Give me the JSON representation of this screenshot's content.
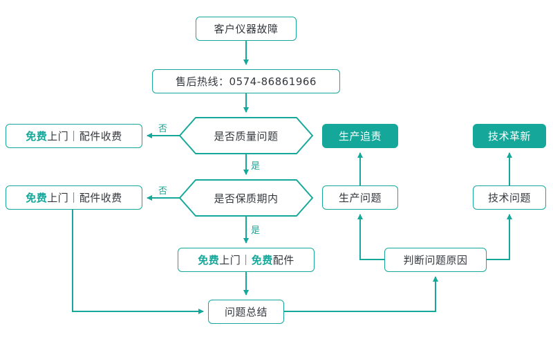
{
  "colors": {
    "accent": "#14a79a",
    "ink": "#33373c",
    "node_fill": "#ffffff"
  },
  "nodes": {
    "start": {
      "label": "客户仪器故障"
    },
    "hotline": {
      "label": "售后热线：0574-86861966"
    },
    "q_quality": {
      "label": "是否质量问题"
    },
    "q_warranty": {
      "label": "是否保质期内"
    },
    "free_parts_fee_1": {
      "part1": "免费",
      "part2": "上门｜配件收费"
    },
    "free_parts_fee_2": {
      "part1": "免费",
      "part2": "上门｜配件收费"
    },
    "free_all": {
      "part1": "免费",
      "part2": "上门｜",
      "part3": "免费",
      "part4": "配件"
    },
    "summary": {
      "label": "问题总结"
    },
    "judge": {
      "label": "判断问题原因"
    },
    "prod_issue": {
      "label": "生产问题"
    },
    "tech_issue": {
      "label": "技术问题"
    },
    "prod_trace": {
      "label": "生产追责"
    },
    "tech_innov": {
      "label": "技术革新"
    }
  },
  "edge_labels": {
    "quality_no": "否",
    "quality_yes": "是",
    "warranty_no": "否",
    "warranty_yes": "是"
  }
}
